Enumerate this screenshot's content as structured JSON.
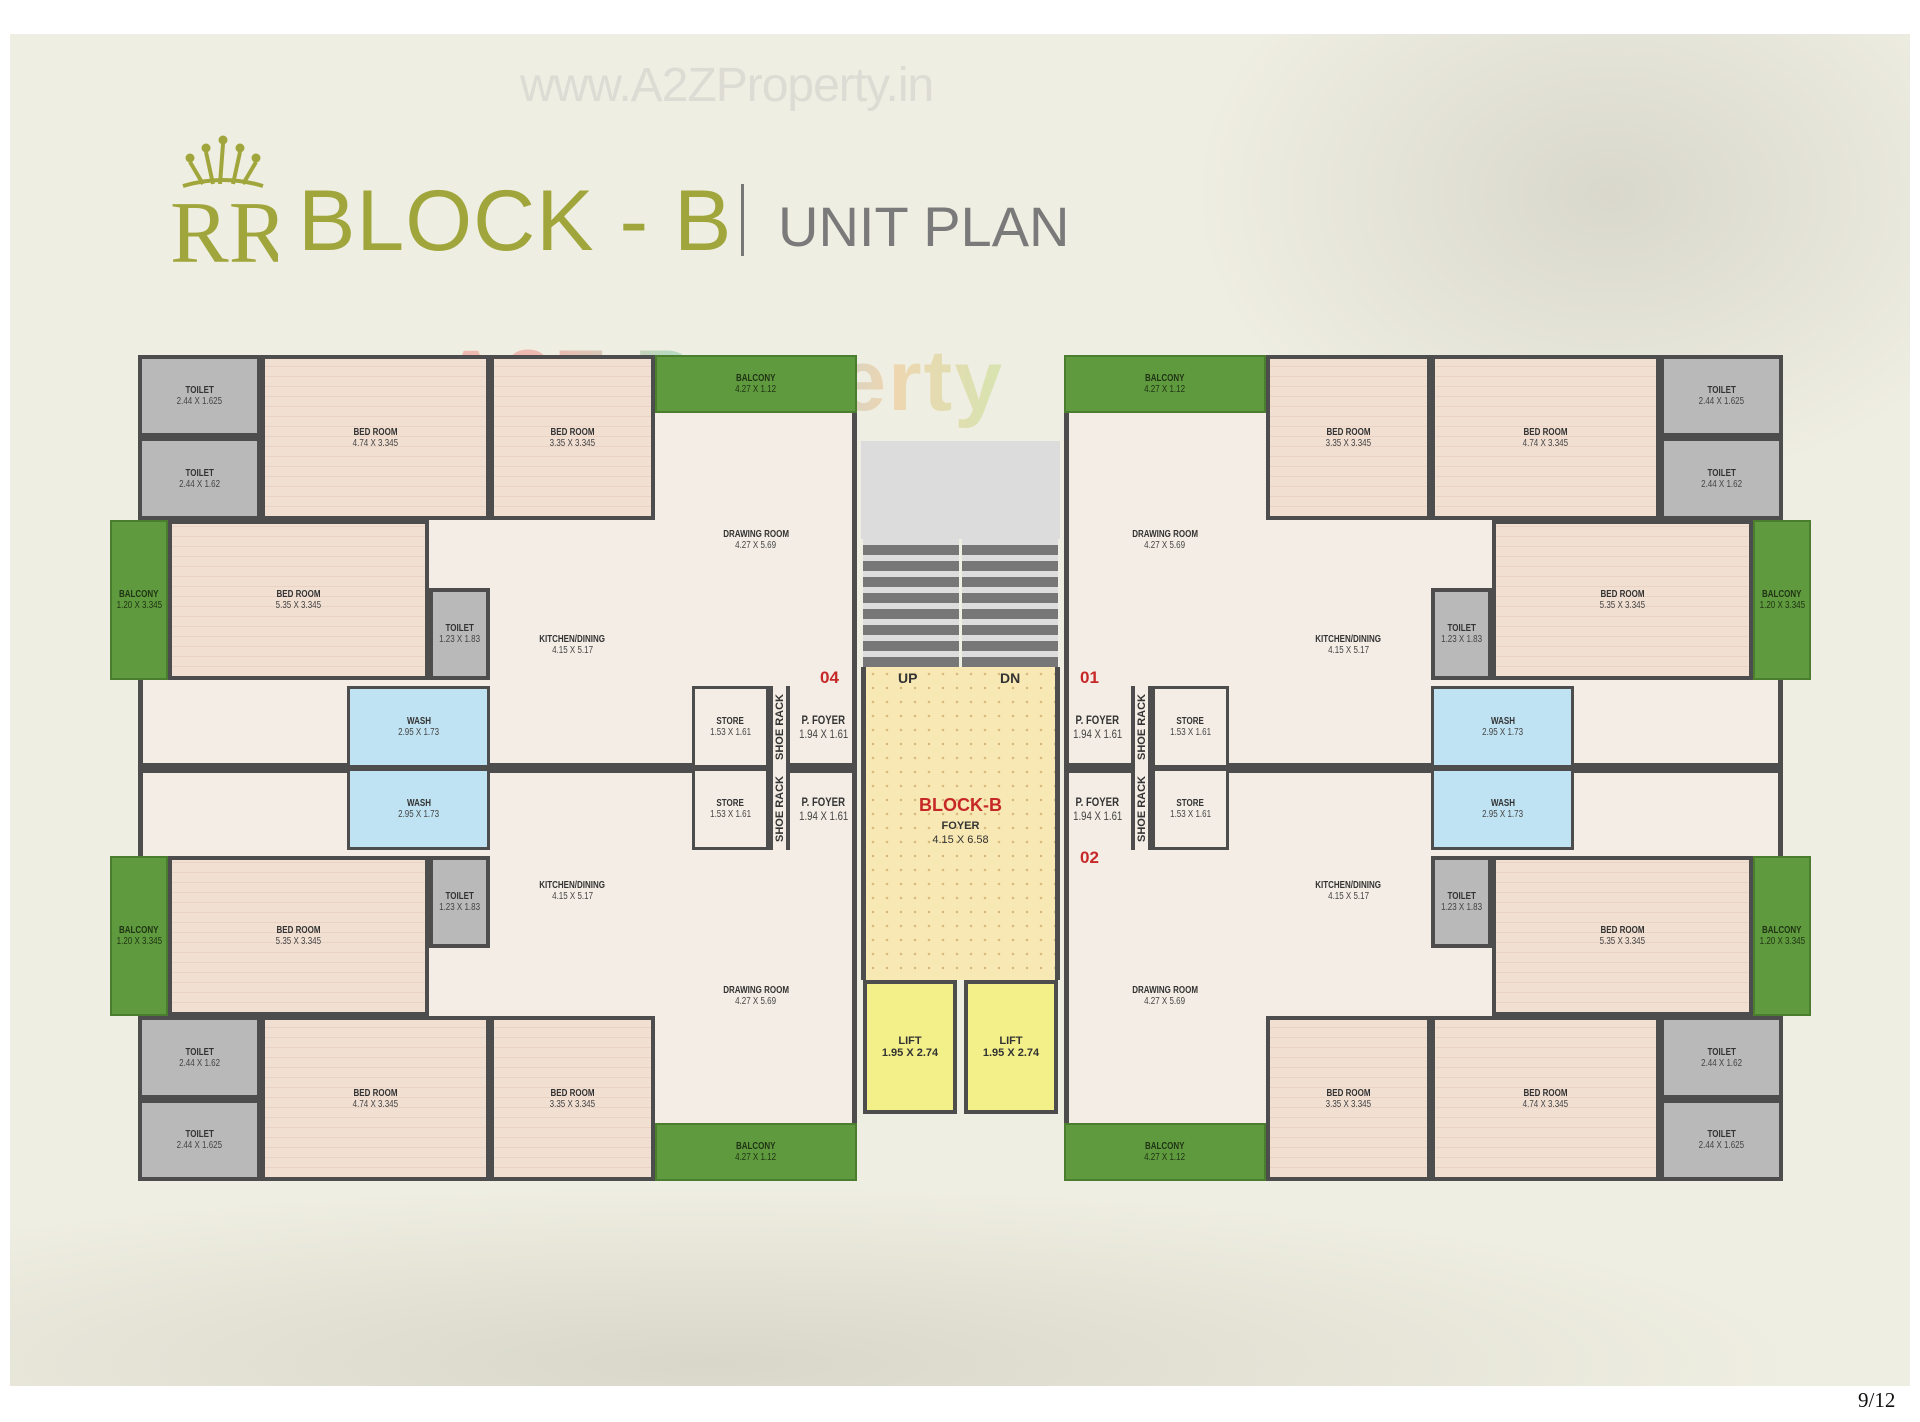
{
  "header": {
    "watermark_url": "www.A2ZProperty.in",
    "logo_text": "RR",
    "title": "BLOCK - B",
    "subtitle": "UNIT PLAN",
    "brand_color": "#a0a63b"
  },
  "watermark_logo": "A2Z Property",
  "units": [
    {
      "label": "04",
      "rooms": [
        {
          "name": "TOILET",
          "dims": "2.44 X 1.625"
        },
        {
          "name": "TOILET",
          "dims": "2.44 X 1.62"
        },
        {
          "name": "BED ROOM",
          "dims": "4.74 X 3.345"
        },
        {
          "name": "BED ROOM",
          "dims": "3.35 X 3.345"
        },
        {
          "name": "BALCONY",
          "dims": "4.27 X 1.12"
        },
        {
          "name": "DRAWING ROOM",
          "dims": "4.27 X 5.69"
        },
        {
          "name": "BALCONY",
          "dims": "1.20 X 3.345"
        },
        {
          "name": "BED ROOM",
          "dims": "5.35 X 3.345"
        },
        {
          "name": "TOILET",
          "dims": "1.23 X 1.83"
        },
        {
          "name": "KITCHEN/DINING",
          "dims": "4.15 X 5.17"
        },
        {
          "name": "WASH",
          "dims": "2.95 X 1.73"
        },
        {
          "name": "STORE",
          "dims": "1.53 X 1.61"
        },
        {
          "name": "SHOE RACK",
          "dims": ""
        },
        {
          "name": "P. FOYER",
          "dims": "1.94 X 1.61"
        }
      ]
    },
    {
      "label": "01",
      "rooms": [
        {
          "name": "TOILET",
          "dims": "2.44 X 1.625"
        },
        {
          "name": "TOILET",
          "dims": "2.44 X 1.62"
        },
        {
          "name": "BED ROOM",
          "dims": "4.74 X 3.345"
        },
        {
          "name": "BED ROOM",
          "dims": "3.35 X 3.345"
        },
        {
          "name": "BALCONY",
          "dims": "4.27 X 1.12"
        },
        {
          "name": "DRAWING ROOM",
          "dims": "4.27 X 5.69"
        },
        {
          "name": "BALCONY",
          "dims": "1.20 X 3.345"
        },
        {
          "name": "BED ROOM",
          "dims": "5.35 X 3.345"
        },
        {
          "name": "TOILET",
          "dims": "1.23 X 1.83"
        },
        {
          "name": "KITCHEN/DINING",
          "dims": "4.15 X 5.17"
        },
        {
          "name": "WASH",
          "dims": "2.95 X 1.73"
        },
        {
          "name": "STORE",
          "dims": "1.53 X 1.61"
        },
        {
          "name": "SHOE RACK",
          "dims": ""
        },
        {
          "name": "P. FOYER",
          "dims": "1.94 X 1.61"
        }
      ]
    },
    {
      "label": "",
      "rooms": [
        {
          "name": "TOILET",
          "dims": "2.44 X 1.625"
        },
        {
          "name": "TOILET",
          "dims": "2.44 X 1.62"
        },
        {
          "name": "BED ROOM",
          "dims": "4.74 X 3.345"
        },
        {
          "name": "BED ROOM",
          "dims": "3.35 X 3.345"
        },
        {
          "name": "BALCONY",
          "dims": "4.27 X 1.12"
        },
        {
          "name": "DRAWING ROOM",
          "dims": "4.27 X 5.69"
        },
        {
          "name": "BALCONY",
          "dims": "1.20 X 3.345"
        },
        {
          "name": "BED ROOM",
          "dims": "5.35 X 3.345"
        },
        {
          "name": "TOILET",
          "dims": "1.23 X 1.83"
        },
        {
          "name": "KITCHEN/DINING",
          "dims": "4.15 X 5.17"
        },
        {
          "name": "WASH",
          "dims": "2.95 X 1.73"
        },
        {
          "name": "STORE",
          "dims": "1.53 X 1.61"
        },
        {
          "name": "SHOE RACK",
          "dims": ""
        },
        {
          "name": "P. FOYER",
          "dims": "1.94 X 1.61"
        }
      ]
    },
    {
      "label": "02",
      "rooms": [
        {
          "name": "TOILET",
          "dims": "2.44 X 1.625"
        },
        {
          "name": "TOILET",
          "dims": "2.44 X 1.62"
        },
        {
          "name": "BED ROOM",
          "dims": "4.74 X 3.345"
        },
        {
          "name": "BED ROOM",
          "dims": "3.35 X 3.345"
        },
        {
          "name": "BALCONY",
          "dims": "4.27 X 1.12"
        },
        {
          "name": "DRAWING ROOM",
          "dims": "4.27 X 5.69"
        },
        {
          "name": "BALCONY",
          "dims": "1.20 X 3.345"
        },
        {
          "name": "BED ROOM",
          "dims": "5.35 X 3.345"
        },
        {
          "name": "TOILET",
          "dims": "1.23 X 1.83"
        },
        {
          "name": "KITCHEN/DINING",
          "dims": "4.15 X 5.17"
        },
        {
          "name": "WASH",
          "dims": "2.95 X 1.73"
        },
        {
          "name": "STORE",
          "dims": "1.53 X 1.61"
        },
        {
          "name": "SHOE RACK",
          "dims": ""
        },
        {
          "name": "P. FOYER",
          "dims": "1.94 X 1.61"
        }
      ]
    }
  ],
  "core": {
    "up": "UP",
    "dn": "DN",
    "block_label": "BLOCK-B",
    "foyer_name": "FOYER",
    "foyer_dims": "4.15 X 6.58",
    "lifts": [
      {
        "name": "LIFT",
        "dims": "1.95 X 2.74"
      },
      {
        "name": "LIFT",
        "dims": "1.95 X 2.74"
      }
    ]
  },
  "page_number": "9/12"
}
